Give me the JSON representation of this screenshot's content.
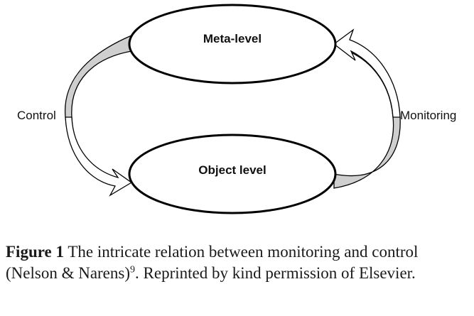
{
  "diagram": {
    "nodes": {
      "meta": "Meta-level",
      "object": "Object level"
    },
    "labels": {
      "left": "Control",
      "right": "Monitoring"
    },
    "colors": {
      "stroke": "#000000",
      "arrow_fill": "#cfcfcf",
      "white": "#ffffff"
    }
  },
  "caption": {
    "figure_number": "Figure 1",
    "text_before_ref": "The intricate relation between monitoring and control (Nelson & Narens)",
    "reference_number": "9",
    "text_after_ref": ". Reprinted by kind permission of Elsevier."
  }
}
